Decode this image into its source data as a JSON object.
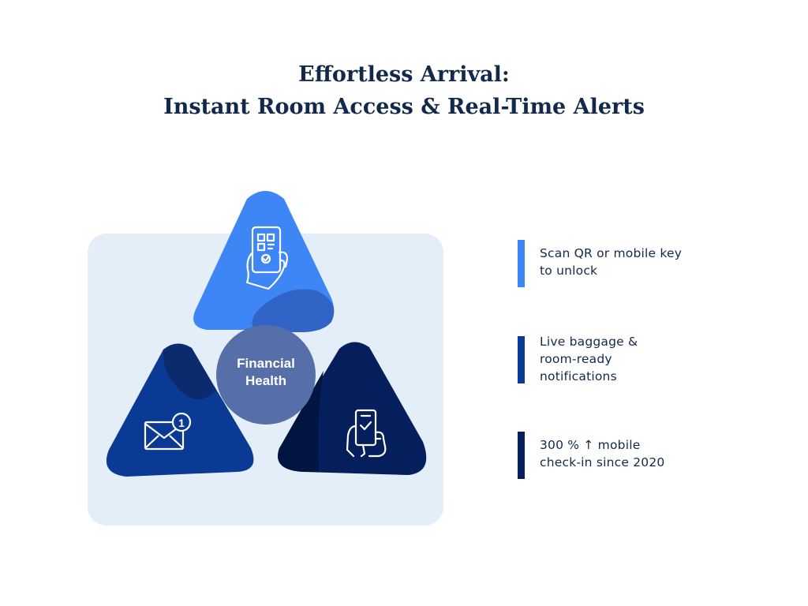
{
  "title": {
    "line1": "Effortless Arrival:",
    "line2": "Instant Room Access & Real-Time Alerts"
  },
  "center": {
    "line1": "Financial",
    "line2": "Health",
    "color": "#566fa8"
  },
  "segments": [
    {
      "position": "top",
      "icon": "qr-phone-hand-icon",
      "color": "#3e86f5",
      "shadow": "#3263c6"
    },
    {
      "position": "bottom-left",
      "icon": "envelope-notification-icon",
      "color": "#0b3a94",
      "shadow": "#0b2b6e",
      "badge": "1"
    },
    {
      "position": "bottom-right",
      "icon": "phone-check-hand-icon",
      "color": "#041f5c",
      "shadow": "#021540"
    }
  ],
  "panel_color": "#e3eef8",
  "legend": [
    {
      "lines": [
        "Scan QR or mobile key",
        "to unlock"
      ],
      "color": "#3e86f5"
    },
    {
      "lines": [
        "Live baggage &",
        "room-ready",
        "notifications"
      ],
      "color": "#0b3a94"
    },
    {
      "lines": [
        "300 % ↑ mobile",
        "check-in since 2020"
      ],
      "color": "#041f5c"
    }
  ]
}
